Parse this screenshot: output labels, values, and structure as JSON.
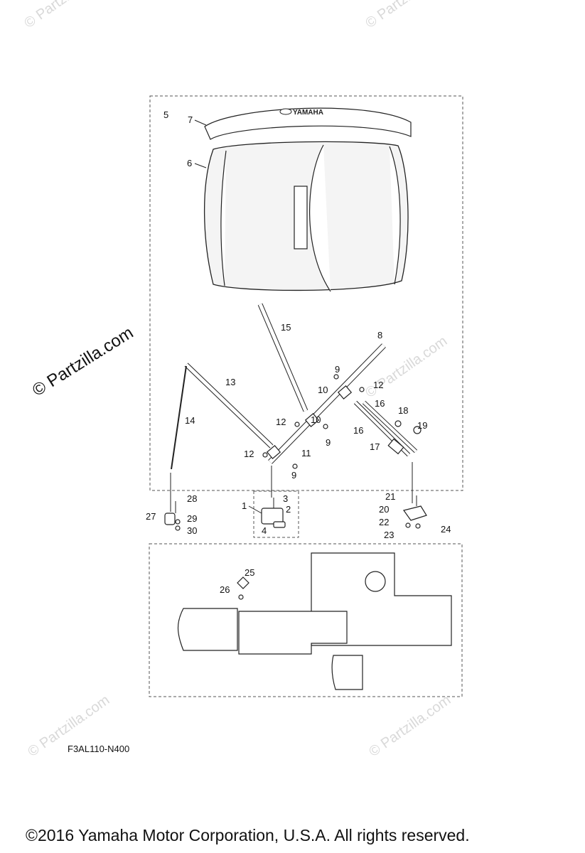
{
  "watermark": {
    "main": "© Partzilla.com",
    "faint": "© Partzilla.com"
  },
  "brand_plate": "YAMAHA",
  "diagram_code": "F3AL110-N400",
  "copyright": "©2016  Yamaha Motor Corporation, U.S.A. All rights reserved.",
  "callouts": {
    "c1": "1",
    "c2": "2",
    "c3": "3",
    "c4": "4",
    "c5": "5",
    "c6": "6",
    "c7": "7",
    "c8": "8",
    "c9a": "9",
    "c9b": "9",
    "c9c": "9",
    "c10a": "10",
    "c10b": "10",
    "c11": "11",
    "c12a": "12",
    "c12b": "12",
    "c12c": "12",
    "c13": "13",
    "c14": "14",
    "c15": "15",
    "c16a": "16",
    "c16b": "16",
    "c17": "17",
    "c18": "18",
    "c19": "19",
    "c20": "20",
    "c21": "21",
    "c22": "22",
    "c23": "23",
    "c24": "24",
    "c25": "25",
    "c26": "26",
    "c27": "27",
    "c28": "28",
    "c29": "29",
    "c30": "30"
  }
}
